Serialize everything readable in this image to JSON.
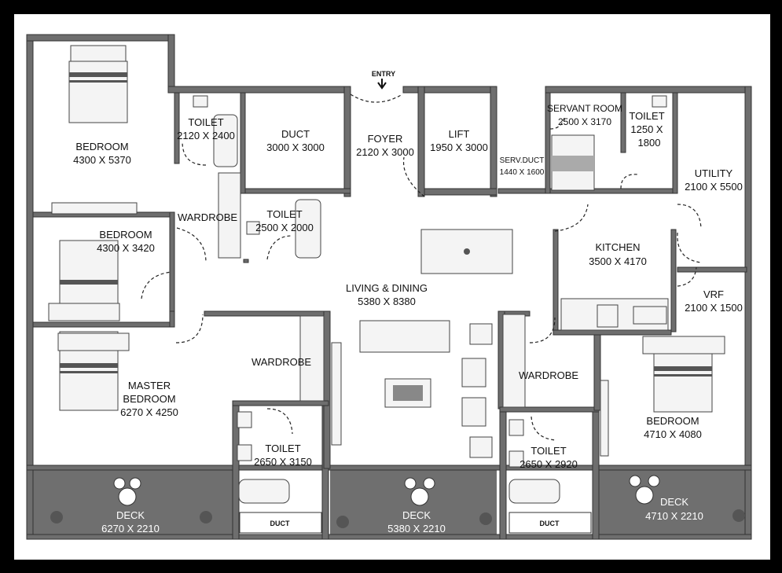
{
  "entry": "ENTRY",
  "rooms": {
    "bedroom1": {
      "name": "BEDROOM",
      "size": "4300 X 5370"
    },
    "toilet1": {
      "name": "TOILET",
      "size": "2120 X 2400"
    },
    "duct1": {
      "name": "DUCT",
      "size": "3000 X 3000"
    },
    "foyer": {
      "name": "FOYER",
      "size": "2120 X 3000"
    },
    "lift": {
      "name": "LIFT",
      "size": "1950 X 3000"
    },
    "servduct": {
      "name": "SERV.DUCT",
      "size": "1440 X 1600"
    },
    "servant": {
      "name": "SERVANT ROOM",
      "size": "2500 X 3170"
    },
    "toilet2": {
      "name": "TOILET",
      "size": "1250 X",
      "size2": "1800"
    },
    "utility": {
      "name": "UTILITY",
      "size": "2100 X 5500"
    },
    "bedroom2": {
      "name": "BEDROOM",
      "size": "4300 X 3420"
    },
    "wardrobe1": {
      "name": "WARDROBE"
    },
    "toilet3": {
      "name": "TOILET",
      "size": "2500 X 2000"
    },
    "kitchen": {
      "name": "KITCHEN",
      "size": "3500 X 4170"
    },
    "living": {
      "name": "LIVING & DINING",
      "size": "5380 X 8380"
    },
    "vrf": {
      "name": "VRF",
      "size": "2100 X 1500"
    },
    "wardrobe2": {
      "name": "WARDROBE"
    },
    "master": {
      "name": "MASTER",
      "name2": "BEDROOM",
      "size": "6270 X 4250"
    },
    "wardrobe3": {
      "name": "WARDROBE"
    },
    "bedroom3": {
      "name": "BEDROOM",
      "size": "4710 X 4080"
    },
    "toilet4": {
      "name": "TOILET",
      "size": "2650 X 3150"
    },
    "toilet5": {
      "name": "TOILET",
      "size": "2650 X 2920"
    },
    "deck1": {
      "name": "DECK",
      "size": "6270 X 2210"
    },
    "deck2": {
      "name": "DECK",
      "size": "5380 X 2210"
    },
    "deck3": {
      "name": "DECK",
      "size": "4710 X 2210"
    },
    "duct2": {
      "name": "DUCT"
    },
    "duct3": {
      "name": "DUCT"
    }
  }
}
